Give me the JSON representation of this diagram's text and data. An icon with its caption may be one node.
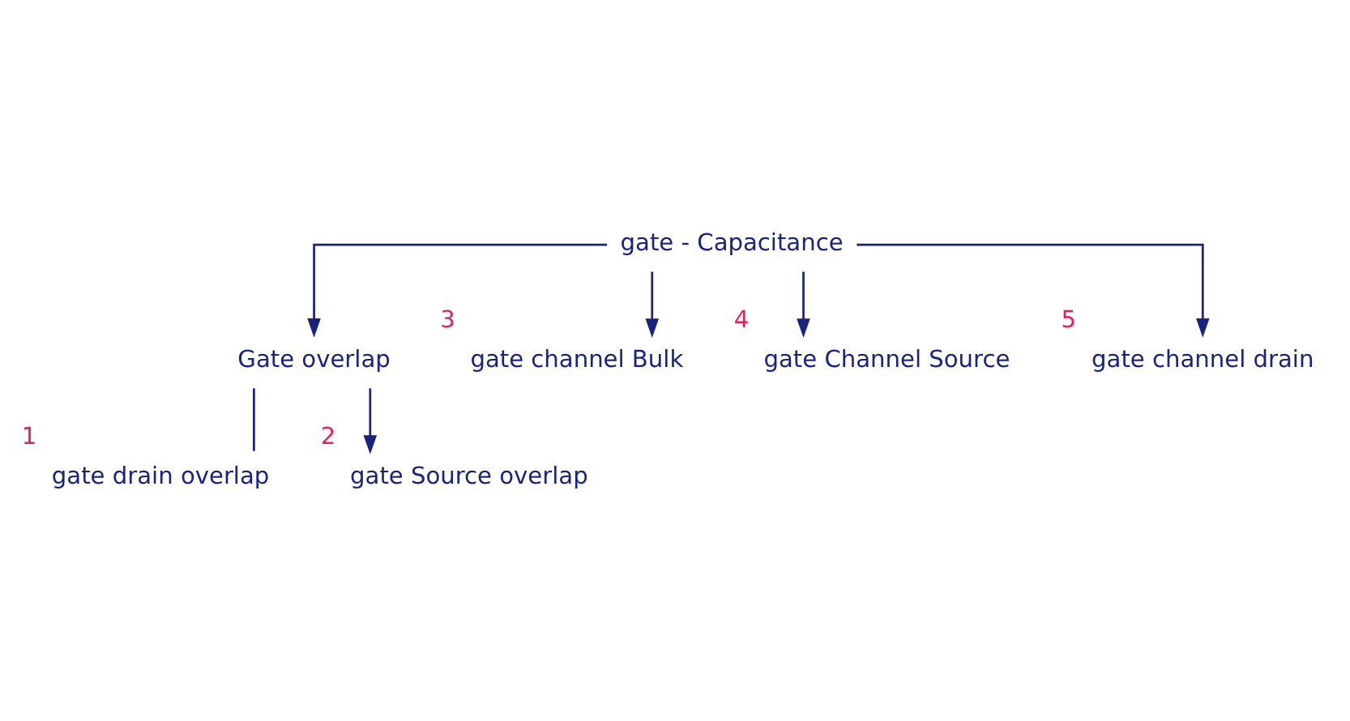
{
  "diagram": {
    "nodes": [
      {
        "text": [
          "gate - Capacitance"
        ]
      },
      {
        "text": [
          "Gate overlap"
        ]
      },
      {
        "text": [
          "gate channel Bulk"
        ],
        "beside": [
          "3"
        ]
      },
      {
        "text": [
          "gate Channel Source"
        ],
        "beside": [
          "4"
        ]
      },
      {
        "text": [
          "gate channel drain"
        ],
        "beside": [
          "5"
        ]
      },
      {
        "text": [
          "gate drain overlap"
        ],
        "beside": [
          "1"
        ]
      },
      {
        "text": [
          "gate Source overlap"
        ],
        "beside": [
          "2"
        ]
      }
    ],
    "edges": [
      {
        "from": 0,
        "to": 1,
        "arrow": "to"
      },
      {
        "from": 0,
        "to": 2,
        "arrow": "to"
      },
      {
        "from": 0,
        "to": 3,
        "arrow": "to"
      },
      {
        "from": 0,
        "to": 4,
        "arrow": "to"
      },
      {
        "from": 1,
        "to": 5,
        "arrow": "none"
      },
      {
        "from": 1,
        "to": 6,
        "arrow": "to"
      }
    ]
  }
}
